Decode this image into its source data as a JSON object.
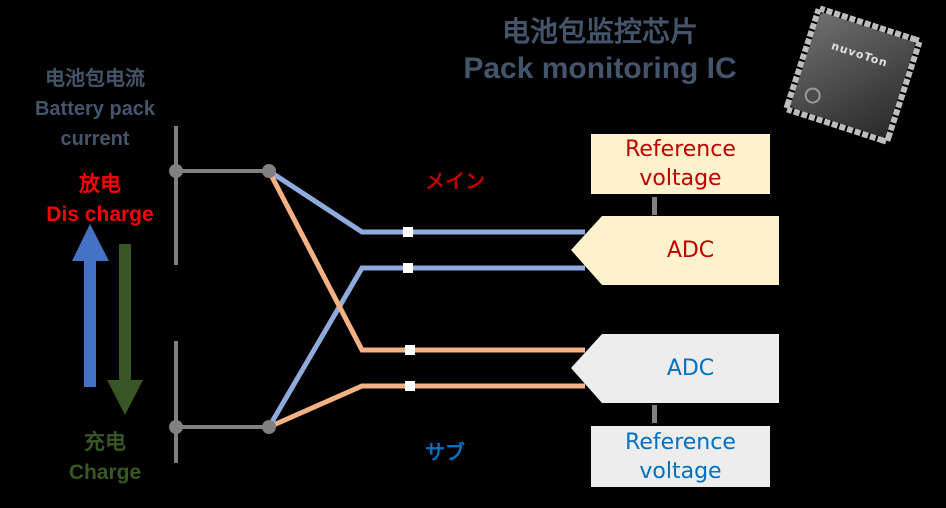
{
  "title": {
    "zh": "电池包监控芯片",
    "en": "Pack monitoring IC"
  },
  "chip": {
    "brand": "nuvoTon",
    "icon": "ic-chip-icon"
  },
  "current": {
    "zh": "电池包电流",
    "en_line1": "Battery pack",
    "en_line2": "current"
  },
  "discharge": {
    "zh": "放电",
    "en": "Dis charge",
    "color": "#ff0000",
    "arrow_color": "#4472c4"
  },
  "charge": {
    "zh": "充电",
    "en": "Charge",
    "color": "#385723",
    "arrow_color": "#375623"
  },
  "channels": {
    "main": {
      "label": "メイン",
      "color": "#c00000",
      "line_color": "#8faadc",
      "adc_label": "ADC",
      "ref_line1": "Reference",
      "ref_line2": "voltage",
      "fill": "#fff2cc"
    },
    "sub": {
      "label": "サブ",
      "color": "#0070c0",
      "line_color": "#f4b183",
      "adc_label": "ADC",
      "ref_line1": "Reference",
      "ref_line2": "voltage",
      "fill": "#ededed"
    }
  },
  "wire_color": "#808080"
}
